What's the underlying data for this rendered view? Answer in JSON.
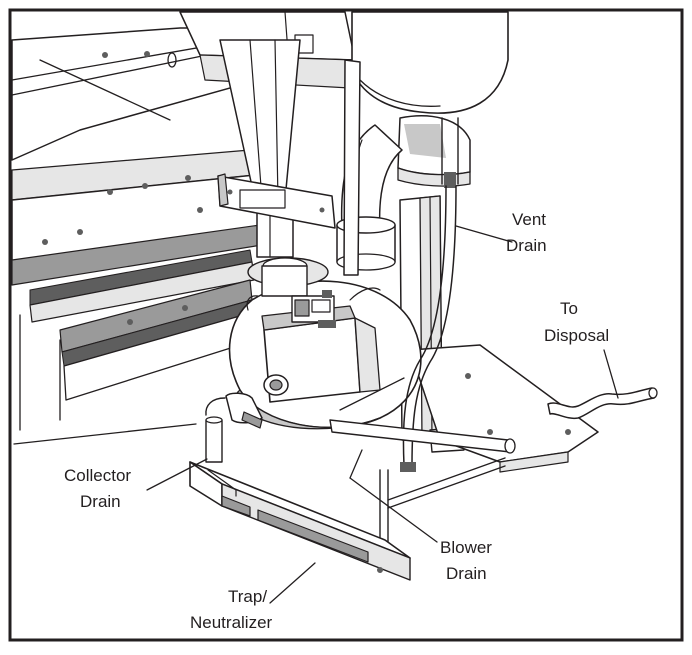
{
  "callouts": {
    "vent_drain": [
      "Vent",
      "Drain"
    ],
    "to_disposal": [
      "To",
      "Disposal"
    ],
    "collector_drain": [
      "Collector",
      "Drain"
    ],
    "blower_drain": [
      "Blower",
      "Drain"
    ],
    "trap_neutralizer": [
      "Trap/",
      "Neutralizer"
    ]
  },
  "colors": {
    "line": "#231f20",
    "background": "#ffffff"
  }
}
